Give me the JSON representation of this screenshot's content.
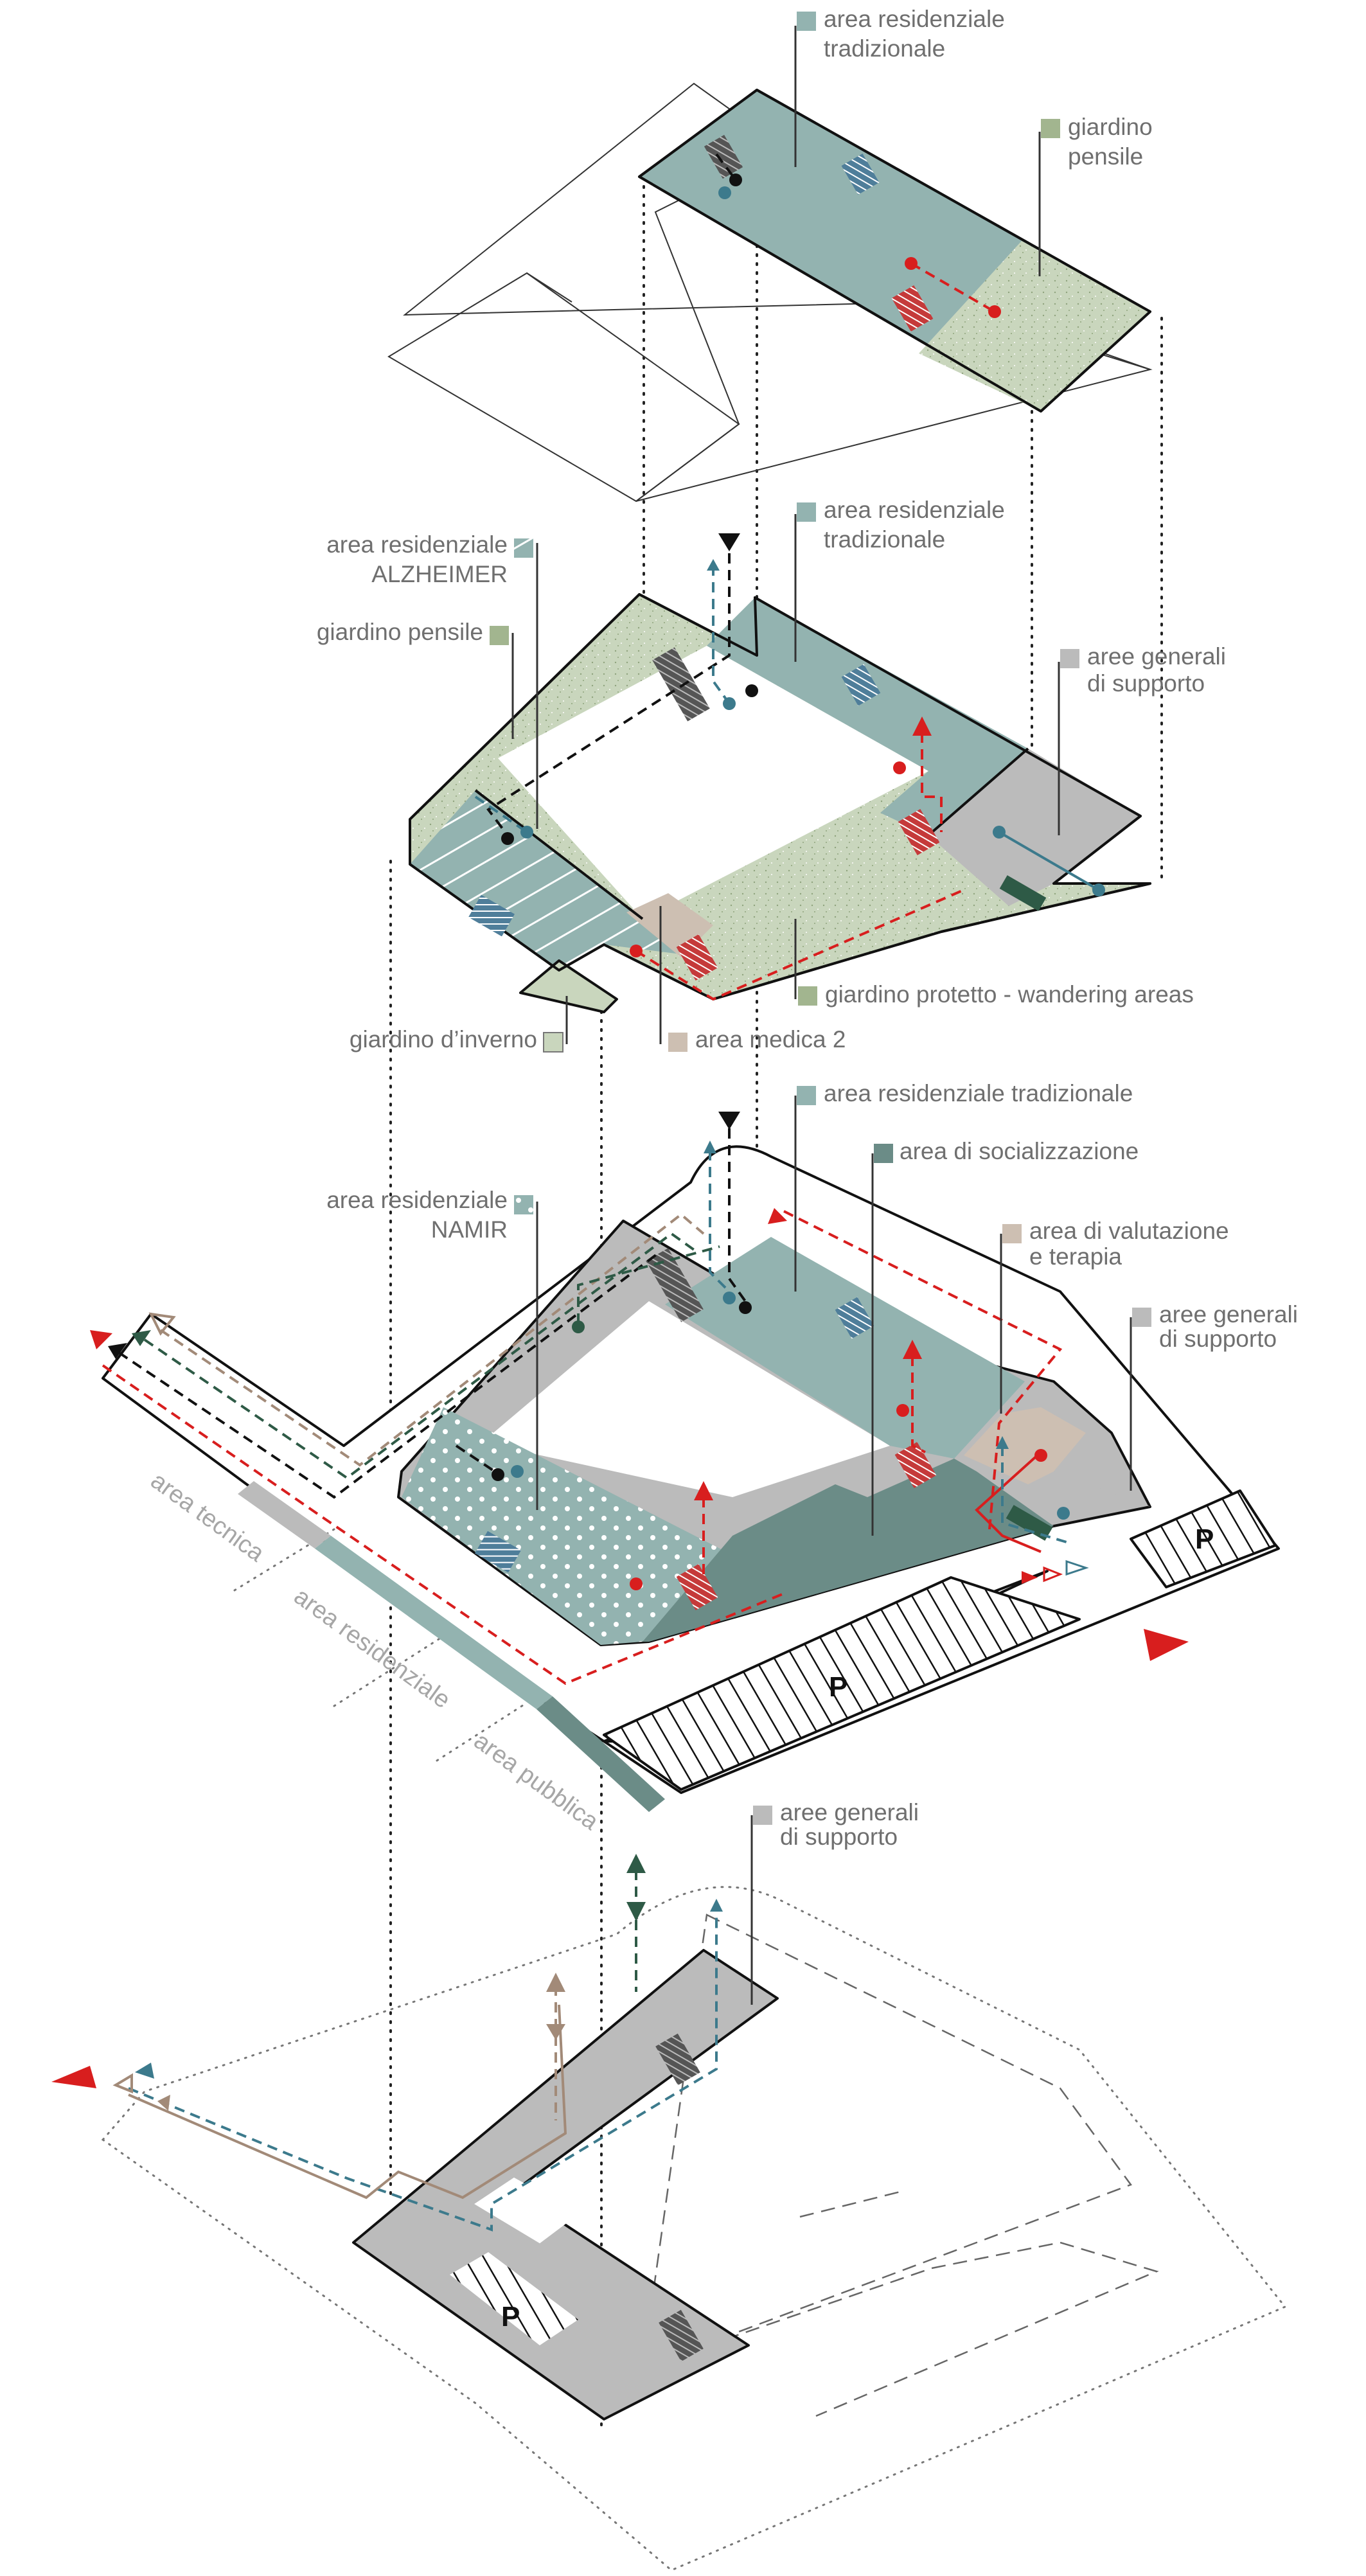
{
  "colors": {
    "teal": "#93b3b0",
    "teal_dark": "#6b8c87",
    "green_light": "#c9d6bd",
    "green": "#a2b58f",
    "gray": "#bbbbbb",
    "beige": "#cdbfb2",
    "red": "#d81e1e",
    "blue": "#3c7a8c",
    "dark_green": "#2e5a46",
    "tan": "#a28a78",
    "black": "#111111"
  },
  "level1": {
    "res_trad": [
      "area residenziale",
      "tradizionale"
    ],
    "giardino_pensile": [
      "giardino",
      "pensile"
    ]
  },
  "level2": {
    "alzheimer": [
      "area residenziale",
      "ALZHEIMER"
    ],
    "giardino_pensile": "giardino pensile",
    "res_trad": [
      "area residenziale",
      "tradizionale"
    ],
    "supporto": [
      "aree generali",
      "di supporto"
    ],
    "protetto": "giardino protetto - wandering areas",
    "inverno": "giardino d’inverno",
    "medica": "area medica 2"
  },
  "level3": {
    "res_trad": "area residenziale tradizionale",
    "socializzazione": "area di socializzazione",
    "namir": [
      "area residenziale",
      "NAMIR"
    ],
    "valutazione": [
      "area di valutazione",
      "e terapia"
    ],
    "supporto": [
      "aree generali",
      "di supporto"
    ],
    "parking": "P",
    "zones": [
      "area tecnica",
      "area residenziale",
      "area pubblica"
    ]
  },
  "level4": {
    "supporto": [
      "aree generali",
      "di supporto"
    ],
    "parking": "P"
  }
}
